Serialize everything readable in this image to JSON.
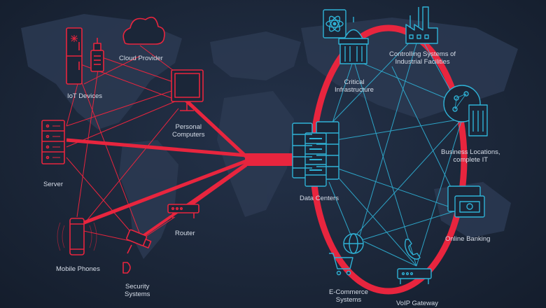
{
  "nodes": {
    "iot": "IoT Devices",
    "cloud": "Cloud Provider",
    "pc_1": "Personal",
    "pc_2": "Computers",
    "server": "Server",
    "mobile": "Mobile Phones",
    "security_1": "Security",
    "security_2": "Systems",
    "router": "Router",
    "critical_1": "Critical",
    "critical_2": "Infrastructure",
    "industrial_1": "Controlling Systems of",
    "industrial_2": "Industrial Facilities",
    "business_1": "Business Locations,",
    "business_2": "complete IT",
    "datacenter": "Data Centers",
    "banking": "Online Banking",
    "ecommerce_1": "E-Commerce",
    "ecommerce_2": "Systems",
    "voip": "VoIP Gateway"
  },
  "colors": {
    "attack": "#e8253e",
    "network": "#2fb2d6",
    "background": "#1b2638",
    "map": "#2c3a52"
  }
}
